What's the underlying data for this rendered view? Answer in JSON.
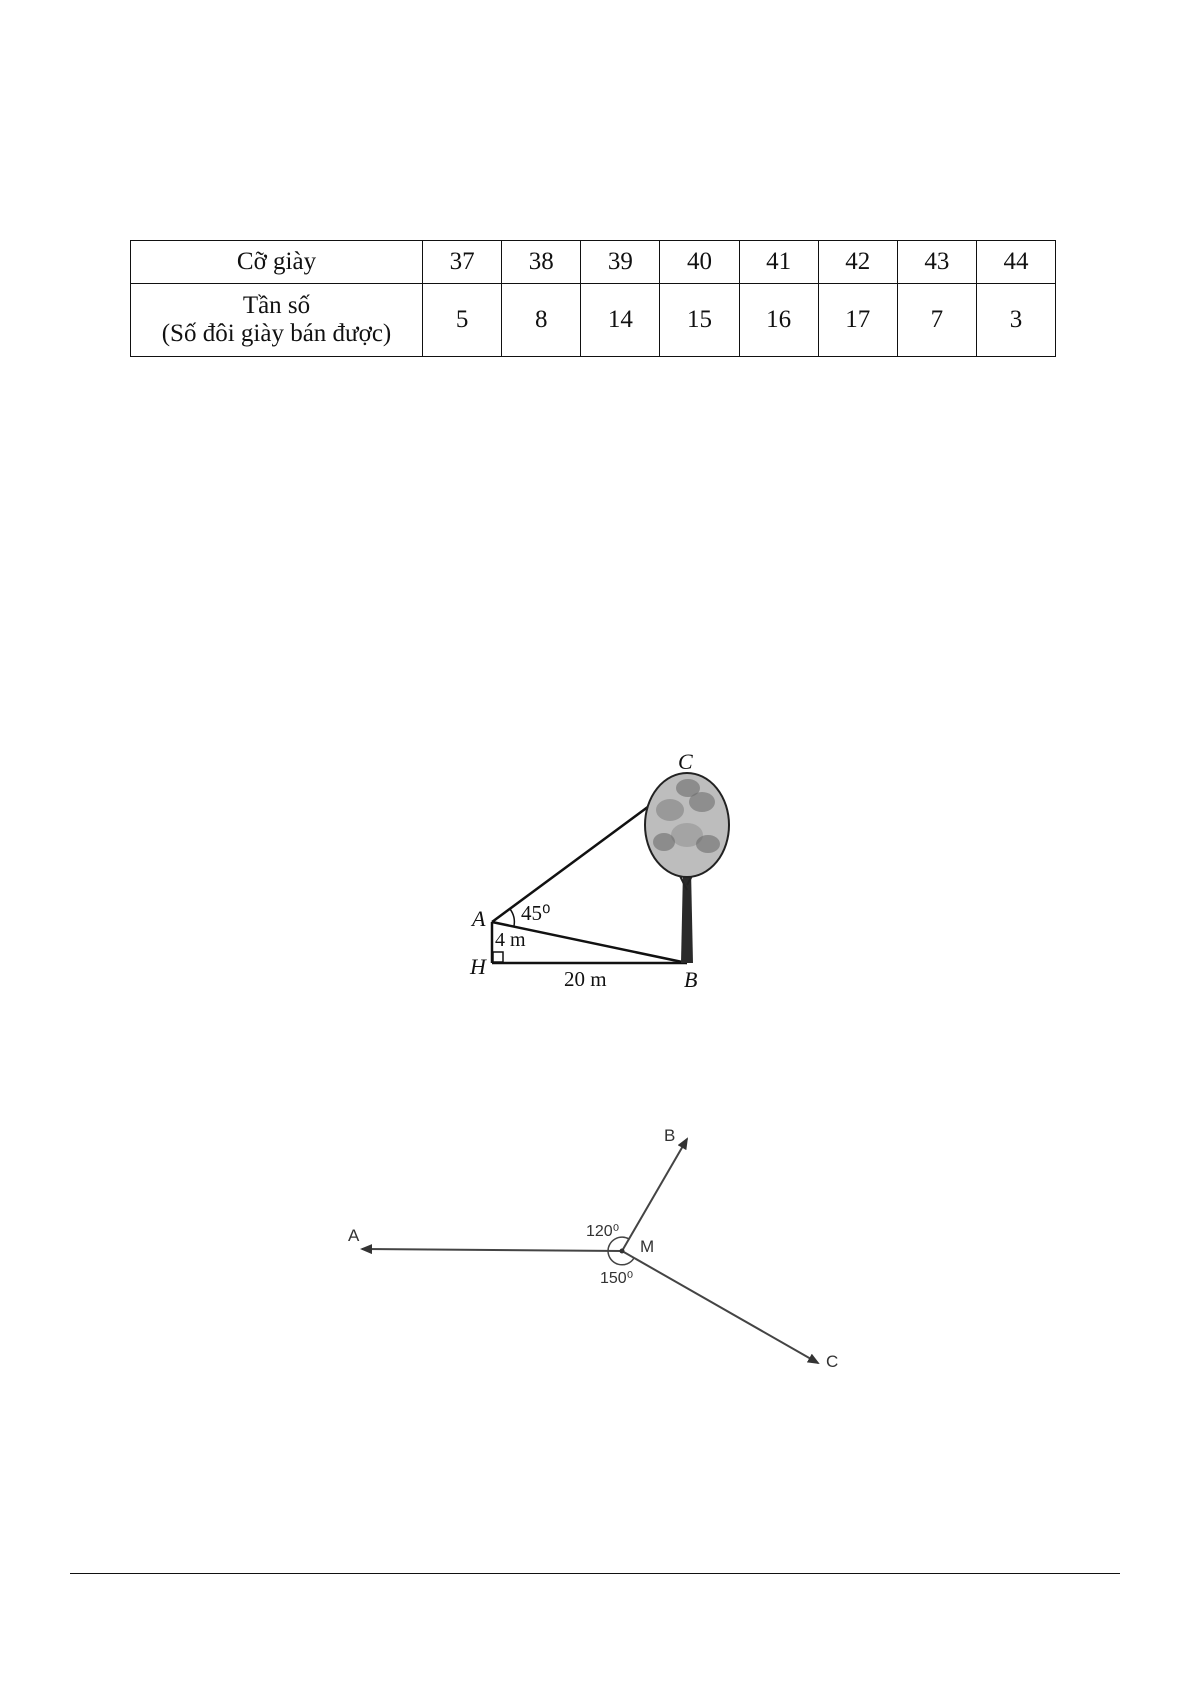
{
  "table": {
    "row1_header": "Cỡ giày",
    "row2_header_line1": "Tần số",
    "row2_header_line2": "(Số đôi giày bán được)",
    "sizes": [
      "37",
      "38",
      "39",
      "40",
      "41",
      "42",
      "43",
      "44"
    ],
    "frequencies": [
      "5",
      "8",
      "14",
      "15",
      "16",
      "17",
      "7",
      "3"
    ]
  },
  "figure_tree": {
    "label_C": "C",
    "label_A": "A",
    "label_H": "H",
    "label_B": "B",
    "angle": "45⁰",
    "height": "4 m",
    "distance": "20 m"
  },
  "figure_vectors": {
    "label_A": "A",
    "label_B": "B",
    "label_C": "C",
    "label_M": "M",
    "angle_top": "120⁰",
    "angle_bottom": "150⁰"
  }
}
